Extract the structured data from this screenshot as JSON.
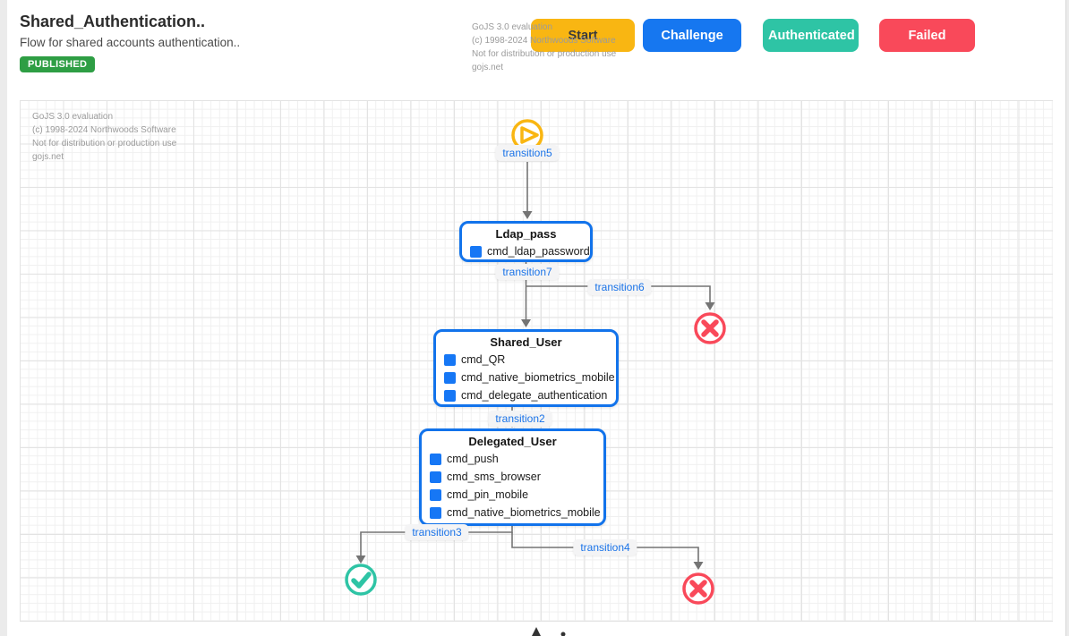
{
  "header": {
    "title": "Shared_Authentication..",
    "subtitle": "Flow for shared accounts authentication..",
    "status_badge": "PUBLISHED",
    "buttons": [
      {
        "label": "Start",
        "color": "#f9b612"
      },
      {
        "label": "Challenge",
        "color": "#1677f0"
      },
      {
        "label": "Authenticated",
        "color": "#2ec4a5"
      },
      {
        "label": "Failed",
        "color": "#f9495a"
      }
    ]
  },
  "watermark": {
    "line1": "GoJS 3.0 evaluation",
    "line2": "(c) 1998-2024 Northwoods Software",
    "line3": "Not for distribution or production use",
    "line4": "gojs.net"
  },
  "diagram": {
    "start": {
      "label": "transition5",
      "icon": "play-circle-icon"
    },
    "nodes": [
      {
        "title": "Ldap_pass",
        "items": [
          "cmd_ldap_password"
        ]
      },
      {
        "title": "Shared_User",
        "items": [
          "cmd_QR",
          "cmd_native_biometrics_mobile",
          "cmd_delegate_authentication"
        ]
      },
      {
        "title": "Delegated_User",
        "items": [
          "cmd_push",
          "cmd_sms_browser",
          "cmd_pin_mobile",
          "cmd_native_biometrics_mobile"
        ]
      }
    ],
    "transitions": [
      {
        "label": "transition5"
      },
      {
        "label": "transition7"
      },
      {
        "label": "transition6"
      },
      {
        "label": "transition2"
      },
      {
        "label": "transition3"
      },
      {
        "label": "transition4"
      }
    ],
    "terminals": [
      {
        "type": "failed",
        "icon": "x-circle-icon"
      },
      {
        "type": "authenticated",
        "icon": "check-circle-icon"
      },
      {
        "type": "failed",
        "icon": "x-circle-icon"
      }
    ],
    "colors": {
      "node_border": "#1273eb",
      "item_square": "#1677f5",
      "edge_label_text": "#1a73e8",
      "link": "#747474",
      "play_icon": "#f9b612",
      "check_icon": "#2ec4a5",
      "x_icon": "#f9495a",
      "published_badge": "#2e9e44"
    }
  }
}
